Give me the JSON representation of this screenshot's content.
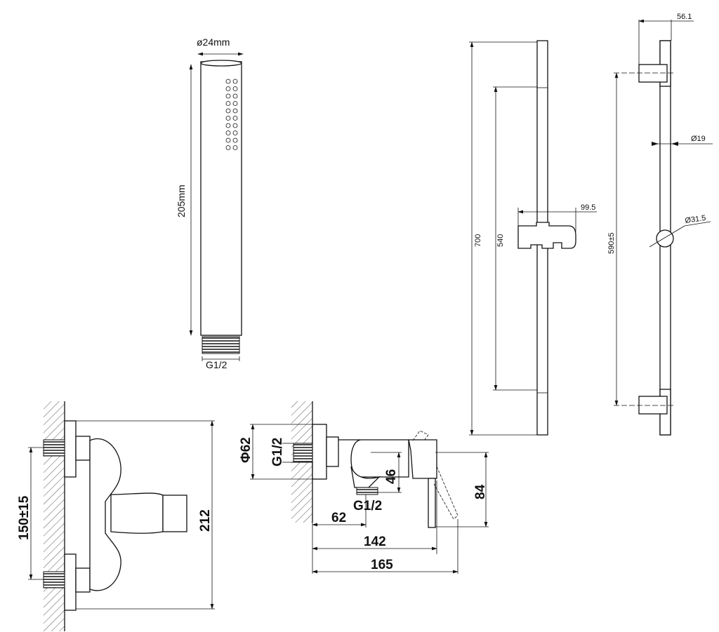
{
  "hand_shower": {
    "diameter": "ø24mm",
    "length": "205mm",
    "thread": "G1/2"
  },
  "slide_rail_front": {
    "total_height": "700",
    "slide_range": "540",
    "slider_width": "99.5"
  },
  "slide_rail_side": {
    "bracket_depth": "56.1",
    "rail_diameter": "Ø19",
    "slider_diameter": "Ø31.5",
    "bracket_spacing": "590±5"
  },
  "mixer_front": {
    "inlet_spacing": "150±15",
    "height": "212"
  },
  "mixer_side": {
    "flange_diameter": "Φ62",
    "inlet_thread": "G1/2",
    "outlet_drop": "46",
    "outlet_thread": "G1/2",
    "lever_height": "84",
    "outlet_distance": "62",
    "body_depth": "142",
    "total_depth": "165"
  }
}
